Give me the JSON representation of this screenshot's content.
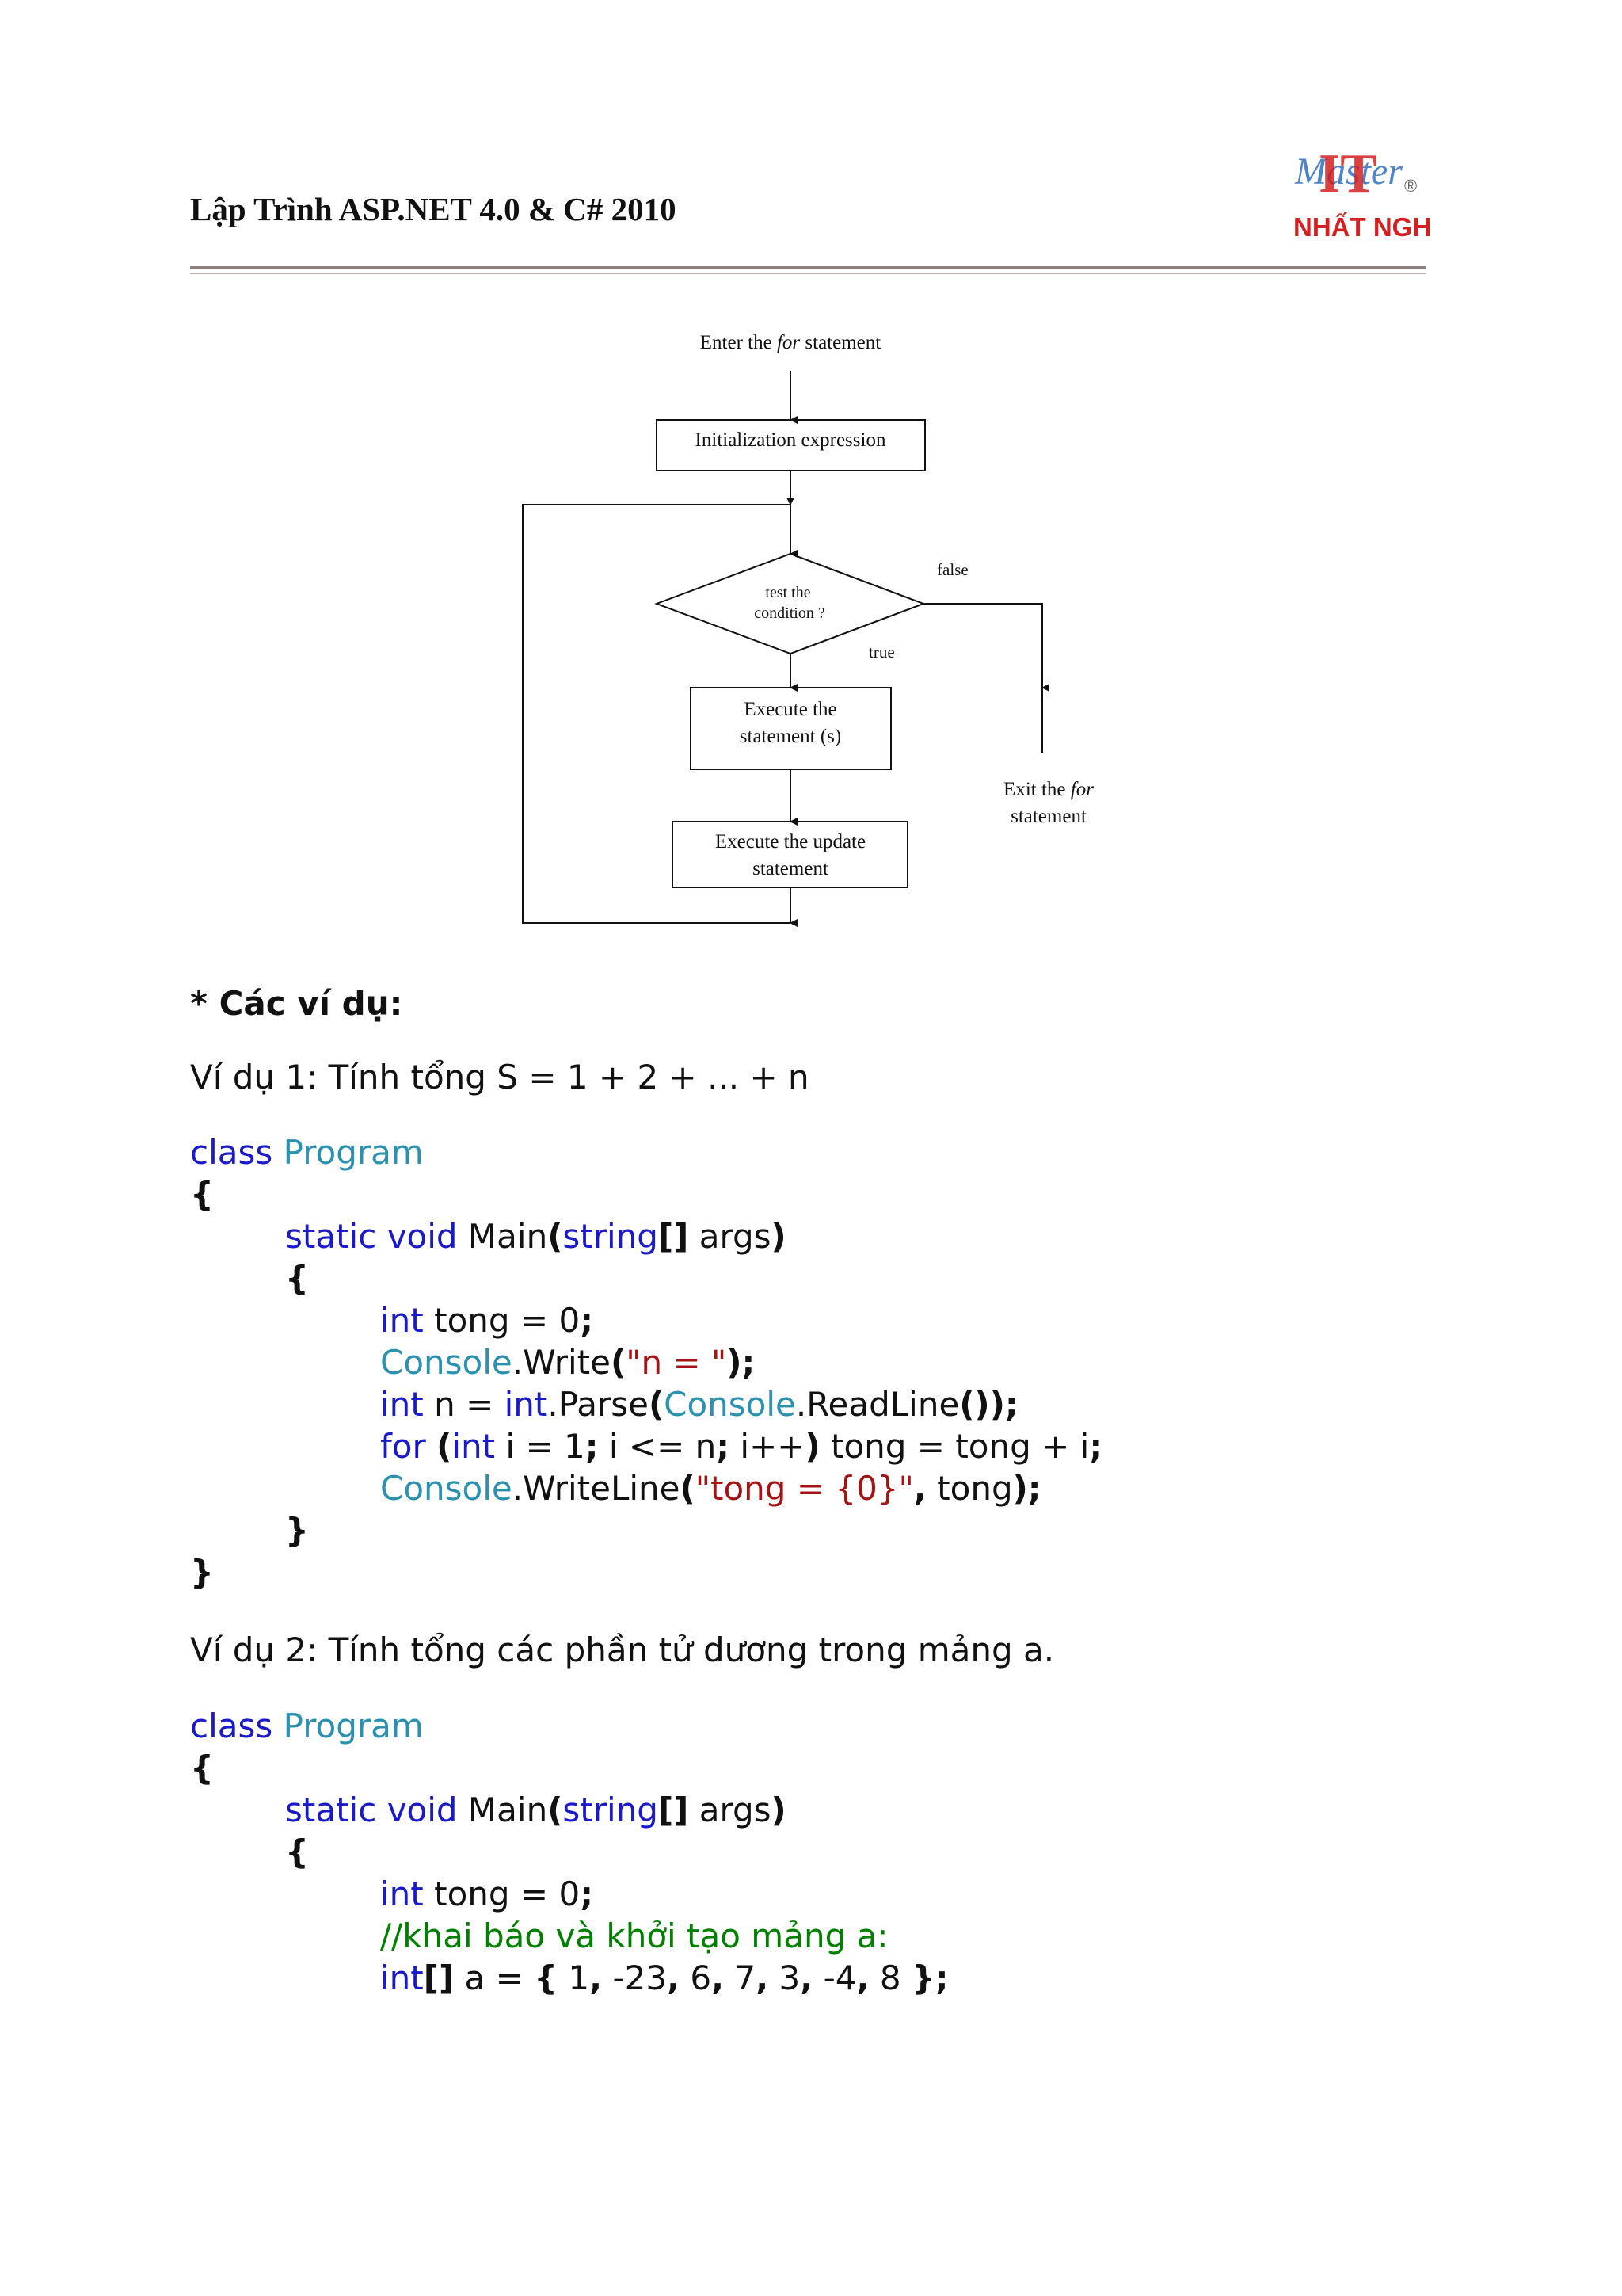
{
  "header": {
    "title": "Lập Trình ASP.NET 4.0 & C# 2010",
    "logo_top": "Master",
    "logo_it": "IT",
    "logo_reg": "®",
    "logo_bottom": "NHẤT NGHỆ"
  },
  "flowchart": {
    "enter": [
      "Enter the ",
      "for",
      " statement"
    ],
    "init": "Initialization expression",
    "condition_line1": "test the",
    "condition_line2": "condition ?",
    "false_label": "false",
    "true_label": "true",
    "execute_line1": "Execute the",
    "execute_line2": "statement (s)",
    "update_line1": "Execute the update",
    "update_line2": "statement",
    "exit_line1_pre": "Exit the ",
    "exit_line1_em": "for",
    "exit_line2": "statement"
  },
  "section_heading": "* Các ví dụ:",
  "example1": {
    "title": "Ví dụ 1: Tính tổng S = 1 + 2 + ... + n",
    "code": {
      "class_kw": "class",
      "class_name": "Program",
      "main_static": "static",
      "main_void": "void",
      "main_name": " Main",
      "main_string": "string",
      "main_args": " args",
      "l1_int": "int",
      "l1_rest": " tong = 0",
      "l2_console": "Console",
      "l2_method": ".Write",
      "l2_str": "\"n = \"",
      "l3_int": "int",
      "l3_mid": " n = ",
      "l3_int2": "int",
      "l3_parse": ".Parse",
      "l3_console": "Console",
      "l3_read": ".ReadLine",
      "l4_for": "for",
      "l4_int": "int",
      "l4_a": " i = 1",
      "l4_b": " i <= n",
      "l4_c": " i++",
      "l4_d": " tong = tong + i",
      "l5_console": "Console",
      "l5_method": ".WriteLine",
      "l5_str": "\"tong = {0}\"",
      "l5_arg": " tong"
    }
  },
  "example2": {
    "title": "Ví dụ 2: Tính tổng các phần tử dương trong mảng a.",
    "code": {
      "class_kw": "class",
      "class_name": "Program",
      "main_static": "static",
      "main_void": "void",
      "main_name": " Main",
      "main_string": "string",
      "main_args": " args",
      "l1_int": "int",
      "l1_rest": " tong = 0",
      "comment": "//khai báo và khởi tạo mảng a:",
      "l3_int": "int",
      "l3_mid": " a = ",
      "arr": [
        "1",
        "-23",
        "6",
        "7",
        "3",
        "-4",
        "8"
      ]
    }
  }
}
